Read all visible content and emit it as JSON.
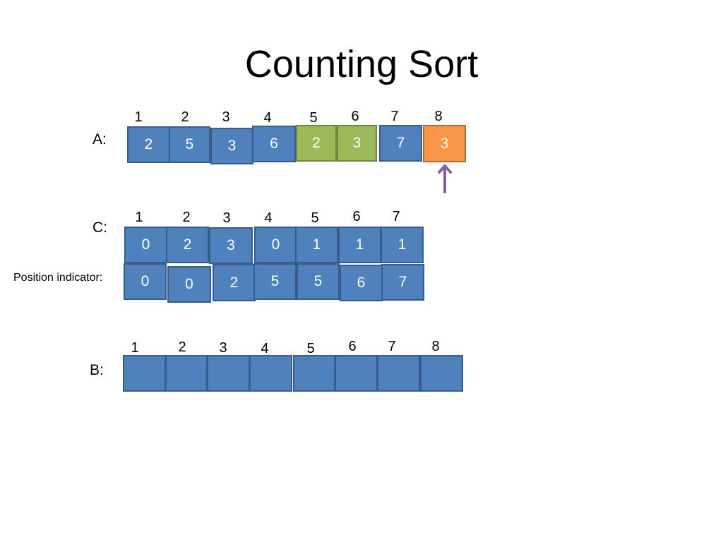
{
  "title": "Counting Sort",
  "array_a": {
    "label": "A:",
    "indices": [
      "1",
      "2",
      "3",
      "4",
      "5",
      "6",
      "7",
      "8"
    ],
    "values": [
      "2",
      "5",
      "3",
      "6",
      "2",
      "3",
      "7",
      "3"
    ],
    "highlight": [
      "blue",
      "blue",
      "blue",
      "blue",
      "green",
      "green",
      "blue",
      "orange"
    ],
    "pointer_index": 8
  },
  "array_c": {
    "label": "C:",
    "indices": [
      "1",
      "2",
      "3",
      "4",
      "5",
      "6",
      "7"
    ],
    "values": [
      "0",
      "2",
      "3",
      "0",
      "1",
      "1",
      "1"
    ]
  },
  "position_indicator": {
    "label": "Position indicator:",
    "values": [
      "0",
      "0",
      "2",
      "5",
      "5",
      "6",
      "7"
    ]
  },
  "array_b": {
    "label": "B:",
    "indices": [
      "1",
      "2",
      "3",
      "4",
      "5",
      "6",
      "7",
      "8"
    ],
    "values": [
      "",
      "",
      "",
      "",
      "",
      "",
      "",
      ""
    ]
  },
  "colors": {
    "blue": "#4f81bd",
    "green": "#9bbb59",
    "orange": "#f79646",
    "arrow": "#8064a2"
  }
}
